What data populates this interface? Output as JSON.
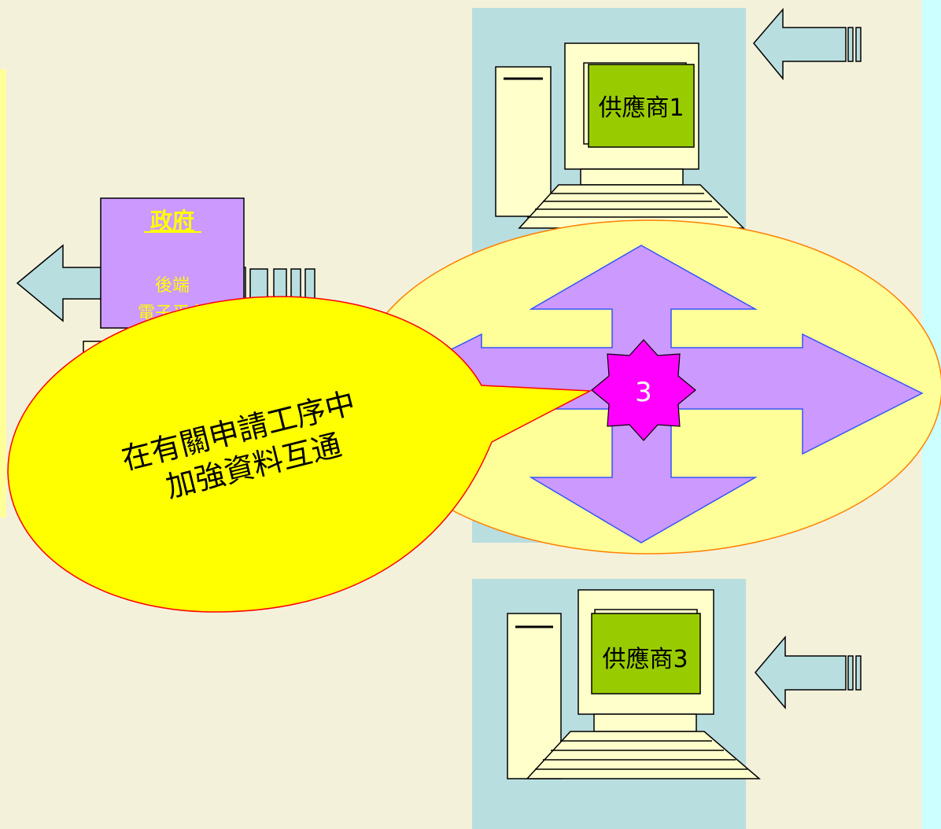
{
  "government": {
    "title": "政府",
    "subtitle_line1": "後端",
    "subtitle_line2": "電子平台"
  },
  "suppliers": [
    {
      "label": "供應商1"
    },
    {
      "label": "供應商3"
    }
  ],
  "hub": {
    "label": "3"
  },
  "callout": {
    "line1": "在有關申請工序中",
    "line2": "加強資料互通"
  },
  "colors": {
    "background": "#f4f1db",
    "panel": "#b9dee0",
    "right_strip": "#ccffff",
    "left_strip": "#ffff99",
    "ellipse": "#ffff99",
    "ellipse_stroke": "#ff8000",
    "arrow_purple": "#cc99ff",
    "arrow_stroke": "#3355ff",
    "government_box": "#cc99ff",
    "government_text": "#ffff00",
    "screen_green": "#99cc00",
    "computer_body": "#ffffcc",
    "star": "#ff00ff",
    "callout_fill": "#ffff00",
    "callout_stroke": "#ff0000",
    "side_arrow": "#b9dee0"
  }
}
